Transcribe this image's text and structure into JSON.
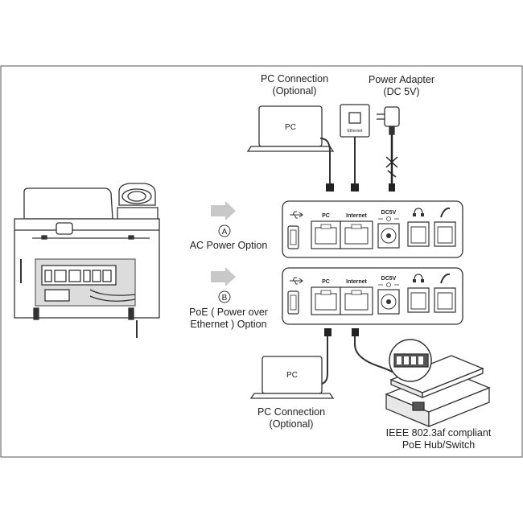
{
  "labels": {
    "pc_conn_top": [
      "PC Connection",
      "(Optional)"
    ],
    "power_adapter": [
      "Power Adapter",
      "(DC 5V)"
    ],
    "pc_conn_bottom": [
      "PC Connection",
      "(Optional)"
    ],
    "option_a_letter": "A",
    "option_a": "AC Power Option",
    "option_b_letter": "B",
    "option_b": [
      "PoE ( Power over",
      "Ethernet ) Option"
    ],
    "poe_switch": [
      "IEEE 802.3af compliant",
      "PoE Hub/Switch"
    ]
  },
  "devices": {
    "laptop_screen_text": "PC",
    "wall_jack_text": "Ethernet"
  },
  "port_panel": {
    "ports": [
      "PC",
      "Internet",
      "DC5V"
    ]
  },
  "colors": {
    "line": "#333333",
    "arrow": "#c8c8c8",
    "highlight": "#d9d9d9"
  }
}
